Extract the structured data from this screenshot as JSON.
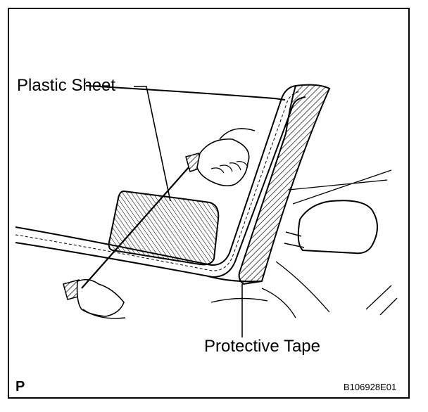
{
  "labels": {
    "plastic_sheet": "Plastic Sheet",
    "protective_tape": "Protective Tape",
    "corner_letter": "P",
    "figure_code": "B106928E01"
  },
  "colors": {
    "line": "#000000",
    "background": "#ffffff"
  }
}
